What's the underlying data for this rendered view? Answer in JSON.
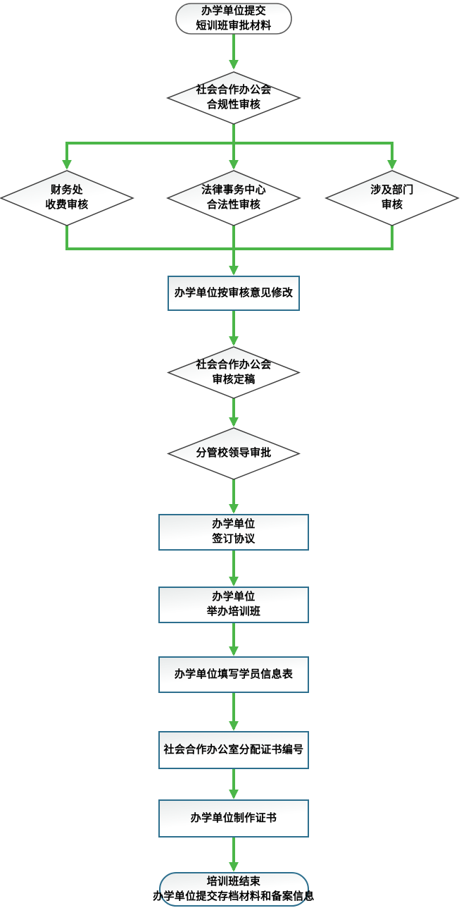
{
  "colors": {
    "arrow_green": "#4bb648",
    "decision_border": "#404040",
    "process_border": "#2d6f8e",
    "start_border": "#5a5a5a",
    "end_border": "#2d6f8e",
    "fill_from": "#e7eaea",
    "fill_to": "#ffffff",
    "text_color": "#000000",
    "bg_color": "#ffffff"
  },
  "flowchart": {
    "type": "flowchart",
    "direction": "top-down",
    "nodes": [
      {
        "id": "start",
        "type": "terminator",
        "lines": [
          "办学单位提交",
          "短训班审批材料"
        ]
      },
      {
        "id": "compliance",
        "type": "decision",
        "lines": [
          "社会合作办公会",
          "合规性审核"
        ]
      },
      {
        "id": "finance",
        "type": "decision",
        "lines": [
          "财务处",
          "收费审核"
        ]
      },
      {
        "id": "legal",
        "type": "decision",
        "lines": [
          "法律事务中心",
          "合法性审核"
        ]
      },
      {
        "id": "departments",
        "type": "decision",
        "lines": [
          "涉及部门",
          "审核"
        ]
      },
      {
        "id": "revise",
        "type": "process",
        "lines": [
          "办学单位按审核意见修改"
        ]
      },
      {
        "id": "finalize",
        "type": "decision",
        "lines": [
          "社会合作办公会",
          "审核定稿"
        ]
      },
      {
        "id": "leader",
        "type": "decision",
        "lines": [
          "分管校领导审批"
        ]
      },
      {
        "id": "sign",
        "type": "process",
        "lines": [
          "办学单位",
          "签订协议"
        ]
      },
      {
        "id": "hold",
        "type": "process",
        "lines": [
          "办学单位",
          "举办培训班"
        ]
      },
      {
        "id": "fill_form",
        "type": "process",
        "lines": [
          "办学单位填写学员信息表"
        ]
      },
      {
        "id": "assign_cert",
        "type": "process",
        "lines": [
          "社会合作办公室分配证书编号"
        ]
      },
      {
        "id": "make_cert",
        "type": "process",
        "lines": [
          "办学单位制作证书"
        ]
      },
      {
        "id": "end",
        "type": "terminator",
        "lines": [
          "培训班结束",
          "办学单位提交存档材料和备案信息"
        ]
      }
    ]
  }
}
